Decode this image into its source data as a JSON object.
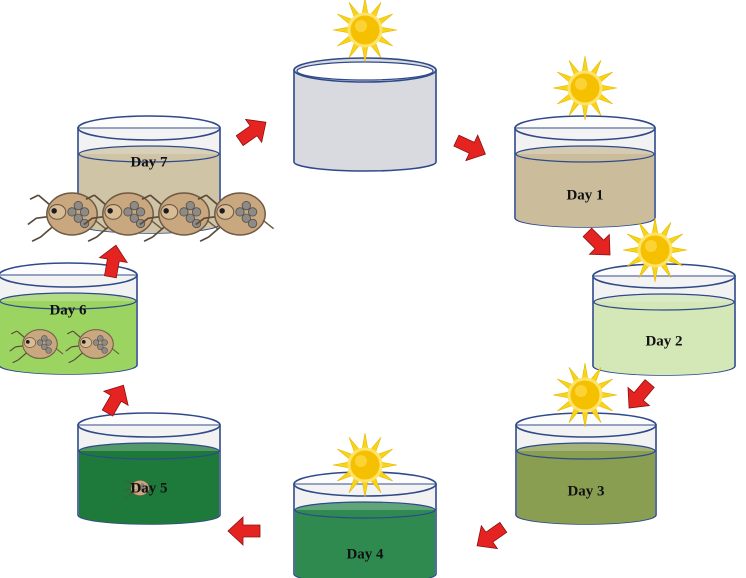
{
  "dishes": [
    {
      "id": "start",
      "label": "",
      "water_color": "#ffffff",
      "sun": true,
      "daphnia": 0
    },
    {
      "id": "day1",
      "label": "Day 1",
      "water_color": "#cbbd9c",
      "sun": true,
      "daphnia": 0
    },
    {
      "id": "day2",
      "label": "Day 2",
      "water_color": "#d3e7b7",
      "sun": true,
      "daphnia": 0
    },
    {
      "id": "day3",
      "label": "Day 3",
      "water_color": "#8a9e52",
      "sun": true,
      "daphnia": 0
    },
    {
      "id": "day4",
      "label": "Day 4",
      "water_color": "#2f8a50",
      "sun": true,
      "daphnia": 0
    },
    {
      "id": "day5",
      "label": "Day 5",
      "water_color": "#1e7a3a",
      "sun": false,
      "daphnia": 1
    },
    {
      "id": "day6",
      "label": "Day 6",
      "water_color": "#9bd460",
      "sun": false,
      "daphnia": 2
    },
    {
      "id": "day7",
      "label": "Day 7",
      "water_color": "#cfc4a6",
      "sun": false,
      "daphnia": 4
    }
  ],
  "colors": {
    "dish_outline": "#2f4a8a",
    "dish_empty": "#d9dadf",
    "arrow": "#e52421",
    "sun_ray": "#f7d417",
    "sun_core": "#f5c000",
    "daphnia_shell": "#c9a77f"
  },
  "icons": {
    "sun": "sun-icon",
    "arrow": "red-arrow-icon",
    "daphnia": "daphnia-icon"
  }
}
